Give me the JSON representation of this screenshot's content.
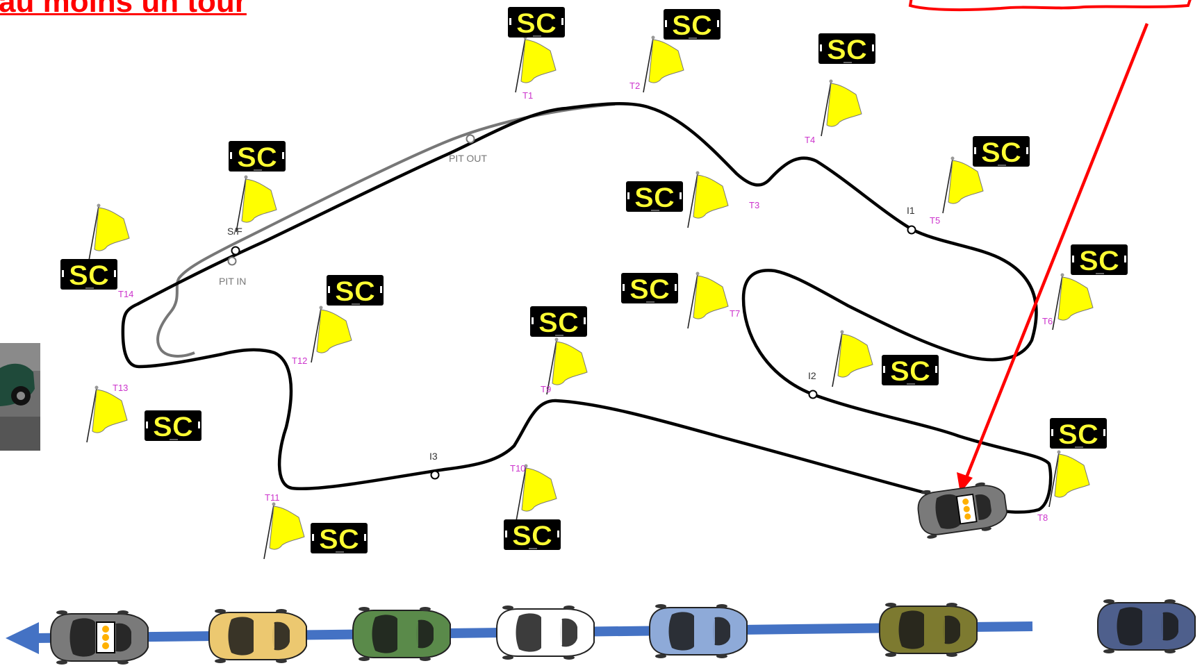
{
  "title": "au moins un tour",
  "sc_label": "SC",
  "track_labels": {
    "start_finish": "S/F",
    "pit_in": "PIT IN",
    "pit_out": "PIT OUT",
    "i1": "I1",
    "i2": "I2",
    "i3": "I3"
  },
  "turns": [
    "T1",
    "T2",
    "T3",
    "T4",
    "T5",
    "T6",
    "T7",
    "T8",
    "T9",
    "T10",
    "T11",
    "T12",
    "T13",
    "T14"
  ],
  "colors": {
    "accent": "#ff0000",
    "flag": "#ffff00",
    "sc_board": "#000000",
    "sc_text": "#ffff33",
    "turn_label": "#cc33cc",
    "arrow_line": "#4472c4",
    "track": "#000000",
    "pit_lane": "#777777"
  },
  "queue_cars": [
    {
      "kind": "safety-car",
      "color": "#7a7a7a"
    },
    {
      "kind": "car",
      "color": "#ecc870"
    },
    {
      "kind": "car",
      "color": "#5a8a4a"
    },
    {
      "kind": "car",
      "color": "#ffffff"
    },
    {
      "kind": "car",
      "color": "#8eaad8"
    },
    {
      "kind": "car",
      "color": "#7d7a30"
    },
    {
      "kind": "car",
      "color": "#4e5f8c"
    }
  ]
}
